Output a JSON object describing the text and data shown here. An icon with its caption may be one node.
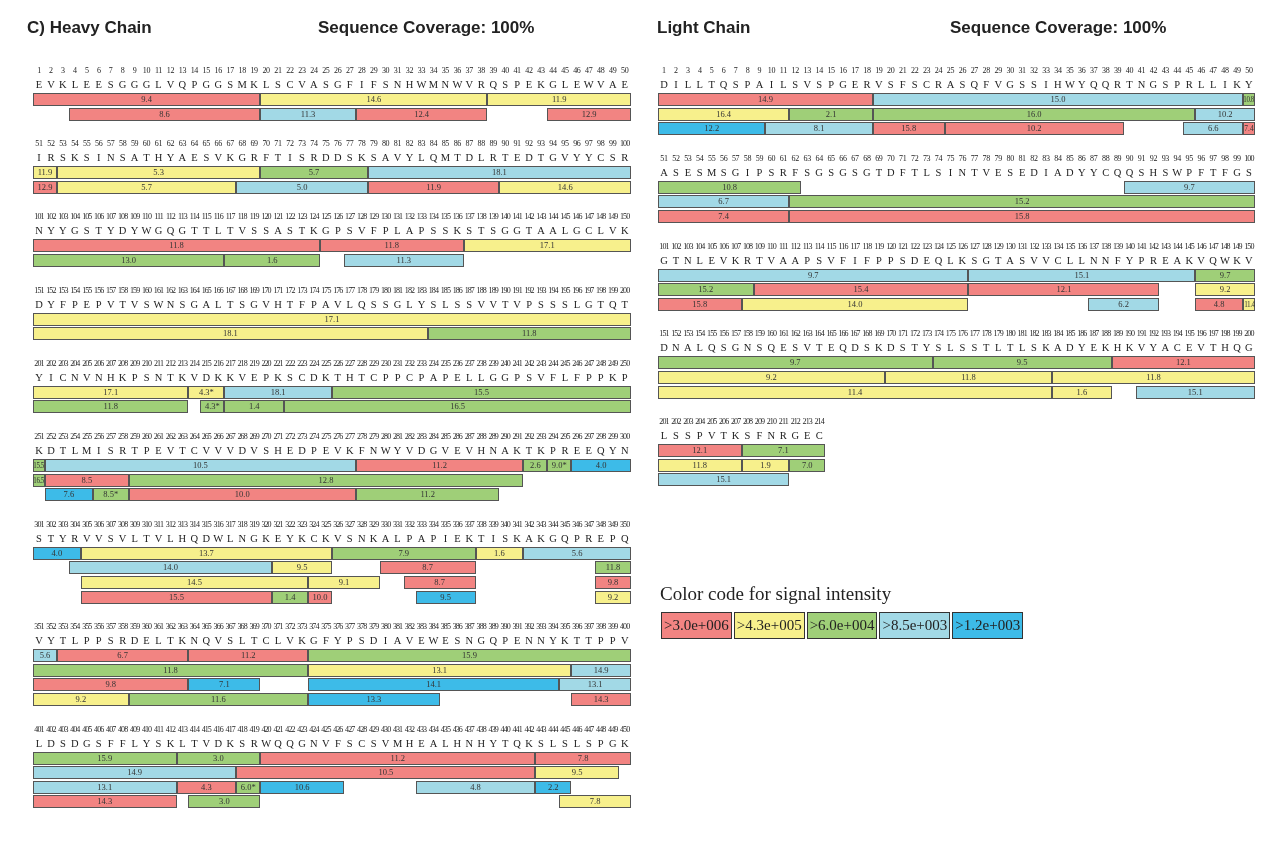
{
  "diagram": {
    "nodes": [
      {
        "text": [
          "9.4"
        ]
      },
      {
        "text": [
          "14.6"
        ]
      },
      {
        "text": [
          "11.9"
        ]
      },
      {
        "text": [
          "8.6"
        ]
      },
      {
        "text": [
          "11.3"
        ]
      },
      {
        "text": [
          "12.4"
        ]
      },
      {
        "text": [
          "12.9"
        ]
      },
      {
        "text": [
          "11.9"
        ]
      },
      {
        "text": [
          "5.3"
        ]
      },
      {
        "text": [
          "5.7"
        ]
      },
      {
        "text": [
          "18.1"
        ]
      },
      {
        "text": [
          "12.9"
        ]
      },
      {
        "text": [
          "5.7"
        ]
      },
      {
        "text": [
          "5.0"
        ]
      },
      {
        "text": [
          "11.9"
        ]
      },
      {
        "text": [
          "14.6"
        ]
      },
      {
        "text": [
          "11.8"
        ]
      },
      {
        "text": [
          "11.8"
        ]
      },
      {
        "text": [
          "17.1"
        ]
      },
      {
        "text": [
          "13.0"
        ]
      },
      {
        "text": [
          "1.6"
        ]
      },
      {
        "text": [
          "11.3"
        ]
      },
      {
        "text": [
          "17.1"
        ]
      },
      {
        "text": [
          "18.1"
        ]
      },
      {
        "text": [
          "11.8"
        ]
      },
      {
        "text": [
          "17.1"
        ]
      },
      {
        "text": [
          "4.3*"
        ]
      },
      {
        "text": [
          "18.1"
        ]
      },
      {
        "text": [
          "15.5"
        ]
      },
      {
        "text": [
          "11.8"
        ]
      },
      {
        "text": [
          "4.3*"
        ]
      },
      {
        "text": [
          "1.4"
        ]
      },
      {
        "text": [
          "16.5"
        ]
      },
      {
        "text": [
          "15.5"
        ]
      },
      {
        "text": [
          "10.5"
        ]
      },
      {
        "text": [
          "11.2"
        ]
      },
      {
        "text": [
          "2.6"
        ]
      },
      {
        "text": [
          "9.0*"
        ]
      },
      {
        "text": [
          "4.0"
        ]
      },
      {
        "text": [
          "16.5"
        ]
      },
      {
        "text": [
          "8.5"
        ]
      },
      {
        "text": [
          "12.8"
        ]
      },
      {
        "text": [
          "7.6"
        ]
      },
      {
        "text": [
          "8.5*"
        ]
      },
      {
        "text": [
          "10.0"
        ]
      },
      {
        "text": [
          "11.2"
        ]
      },
      {
        "text": [
          "4.0"
        ]
      },
      {
        "text": [
          "13.7"
        ]
      },
      {
        "text": [
          "7.9"
        ]
      },
      {
        "text": [
          "1.6"
        ]
      },
      {
        "text": [
          "5.6"
        ]
      },
      {
        "text": [
          "14.0"
        ]
      },
      {
        "text": [
          "9.5"
        ]
      },
      {
        "text": [
          "8.7"
        ]
      },
      {
        "text": [
          "11.8"
        ]
      },
      {
        "text": [
          "14.5"
        ]
      },
      {
        "text": [
          "9.1"
        ]
      },
      {
        "text": [
          "8.7"
        ]
      },
      {
        "text": [
          "9.8"
        ]
      },
      {
        "text": [
          "15.5"
        ]
      },
      {
        "text": [
          "1.4"
        ]
      },
      {
        "text": [
          "10.0"
        ]
      },
      {
        "text": [
          "9.5"
        ]
      },
      {
        "text": [
          "9.2"
        ]
      },
      {
        "text": [
          "5.6"
        ]
      },
      {
        "text": [
          "6.7"
        ]
      },
      {
        "text": [
          "11.2"
        ]
      },
      {
        "text": [
          "15.9"
        ]
      },
      {
        "text": [
          "11.8"
        ]
      },
      {
        "text": [
          "13.1"
        ]
      },
      {
        "text": [
          "14.9"
        ]
      },
      {
        "text": [
          "9.8"
        ]
      },
      {
        "text": [
          "7.1"
        ]
      },
      {
        "text": [
          "14.1"
        ]
      },
      {
        "text": [
          "13.1"
        ]
      },
      {
        "text": [
          "9.2"
        ]
      },
      {
        "text": [
          "11.6"
        ]
      },
      {
        "text": [
          "13.3"
        ]
      },
      {
        "text": [
          "14.3"
        ]
      },
      {
        "text": [
          "15.9"
        ]
      },
      {
        "text": [
          "3.0"
        ]
      },
      {
        "text": [
          "11.2"
        ]
      },
      {
        "text": [
          "7.8"
        ]
      },
      {
        "text": [
          "14.9"
        ]
      },
      {
        "text": [
          "10.5"
        ]
      },
      {
        "text": [
          "9.5"
        ]
      },
      {
        "text": [
          "13.1"
        ]
      },
      {
        "text": [
          "4.3"
        ]
      },
      {
        "text": [
          "6.0*"
        ]
      },
      {
        "text": [
          "10.6"
        ]
      },
      {
        "text": [
          "4.8"
        ]
      },
      {
        "text": [
          "2.2"
        ]
      },
      {
        "text": [
          "14.3"
        ]
      },
      {
        "text": [
          "3.0"
        ]
      },
      {
        "text": [
          "7.8"
        ]
      },
      {
        "text": [
          "14.9"
        ]
      },
      {
        "text": [
          "15.0"
        ]
      },
      {
        "text": [
          "10.8"
        ]
      },
      {
        "text": [
          "16.4"
        ]
      },
      {
        "text": [
          "2.1"
        ]
      },
      {
        "text": [
          "16.0"
        ]
      },
      {
        "text": [
          "10.2"
        ]
      },
      {
        "text": [
          "12.2"
        ]
      },
      {
        "text": [
          "8.1"
        ]
      },
      {
        "text": [
          "15.8"
        ]
      },
      {
        "text": [
          "10.2"
        ]
      },
      {
        "text": [
          "6.6"
        ]
      },
      {
        "text": [
          "7.4"
        ]
      },
      {
        "text": [
          "10.8"
        ]
      },
      {
        "text": [
          "9.7"
        ]
      },
      {
        "text": [
          "6.7"
        ]
      },
      {
        "text": [
          "15.2"
        ]
      },
      {
        "text": [
          "7.4"
        ]
      },
      {
        "text": [
          "15.8"
        ]
      },
      {
        "text": [
          "9.7"
        ]
      },
      {
        "text": [
          "15.1"
        ]
      },
      {
        "text": [
          "9.7"
        ]
      },
      {
        "text": [
          "15.2"
        ]
      },
      {
        "text": [
          "15.4"
        ]
      },
      {
        "text": [
          "12.1"
        ]
      },
      {
        "text": [
          "9.2"
        ]
      },
      {
        "text": [
          "15.8"
        ]
      },
      {
        "text": [
          "14.0"
        ]
      },
      {
        "text": [
          "6.2"
        ]
      },
      {
        "text": [
          "4.8"
        ]
      },
      {
        "text": [
          "11.4"
        ]
      },
      {
        "text": [
          "9.7"
        ]
      },
      {
        "text": [
          "9.5"
        ]
      },
      {
        "text": [
          "12.1"
        ]
      },
      {
        "text": [
          "9.2"
        ]
      },
      {
        "text": [
          "11.8"
        ]
      },
      {
        "text": [
          "11.8"
        ]
      },
      {
        "text": [
          "11.4"
        ]
      },
      {
        "text": [
          "1.6"
        ]
      },
      {
        "text": [
          "15.1"
        ]
      },
      {
        "text": [
          "12.1"
        ]
      },
      {
        "text": [
          "7.1"
        ]
      },
      {
        "text": [
          "11.8"
        ]
      },
      {
        "text": [
          "1.9"
        ]
      },
      {
        "text": [
          "7.0"
        ]
      },
      {
        "text": [
          "15.1"
        ]
      }
    ],
    "labels": [
      "C) Heavy Chain",
      "Sequence Coverage: 100%",
      "Light Chain",
      "Sequence Coverage: 100%",
      "1 2 3 4 5 6 7 8 9 10 11 12 13 14 15 16 17 18 19 20 21 22 23 24 25 26 27 28 29 30 31 32 33 34 35 36 37 38 39 40 41 42 43 44 45 46 47 48 49 50",
      "E V K L E E S G G G L V Q P G G S M K L S C V A S G F I F S N H W M N W V R Q S P E K G L E W V A E",
      "51 52 53 54 55 56 57 58 59 60 61 62 63 64 65 66 67 68 69 70 71 72 73 74 75 76 77 78 79 80 81 82 83 84 85 86 87 88 89 90 91 92 93 94 95 96 97 98 99 100",
      "I R S K S I N S A T H Y A E S V K G R F T I S R D D S K S A V Y L Q M T D L R T E D T G V Y Y C S R",
      "101 102 103 104 105 106 107 108 109 110 111 112 113 114 115 116 117 118 119 120 121 122 123 124 125 126 127 128 129 130 131 132 133 134 135 136 137 138 139 140 141 142 143 144 145 146 147 148 149 150",
      "N Y Y G S T Y D Y W G Q G T T L T V S S A S T K G P S V F P L A P S S K S T S G G T A A L G C L V K",
      "151 152 153 154 155 156 157 158 159 160 161 162 163 164 165 166 167 168 169 170 171 172 173 174 175 176 177 178 179 180 181 182 183 184 185 186 187 188 189 190 191 192 193 194 195 196 197 198 199 200",
      "D Y F P E P V T V S W N S G A L T S G V H T F P A V L Q S S G L Y S L S S V V T V P S S S L G T Q T",
      "201 202 203 204 205 206 207 208 209 210 211 212 213 214 215 216 217 218 219 220 221 222 223 224 225 226 227 228 229 230 231 232 233 234 235 236 237 238 239 240 241 242 243 244 245 246 247 248 249 250",
      "Y I C N V N H K P S N T K V D K K V E P K S C D K T H T C P P C P A P E L L G G P S V F L F P P K P",
      "251 252 253 254 255 256 257 258 259 260 261 262 263 264 265 266 267 268 269 270 271 272 273 274 275 276 277 278 279 280 281 282 283 284 285 286 287 288 289 290 291 292 293 294 295 296 297 298 299 300",
      "K D T L M I S R T P E V T C V V V D V S H E D P E V K F N W Y V D G V E V H N A K T K P R E E Q Y N",
      "301 302 303 304 305 306 307 308 309 310 311 312 313 314 315 316 317 318 319 320 321 322 323 324 325 326 327 328 329 330 331 332 333 334 335 336 337 338 339 340 341 342 343 344 345 346 347 348 349 350",
      "S T Y R V V S V L T V L H Q D W L N G K E Y K C K V S N K A L P A P I E K T I S K A K G Q P R E P Q",
      "351 352 353 354 355 356 357 358 359 360 361 362 363 364 365 366 367 368 369 370 371 372 373 374 375 376 377 378 379 380 381 382 383 384 385 386 387 388 389 390 391 392 393 394 395 396 397 398 399 400",
      "V Y T L P P S R D E L T K N Q V S L T C L V K G F Y P S D I A V E W E S N G Q P E N N Y K T T P P V",
      "401 402 403 404 405 406 407 408 409 410 411 412 413 414 415 416 417 418 419 420 421 422 423 424 425 426 427 428 429 430 431 432 433 434 435 436 437 438 439 440 441 442 443 444 445 446 447 448 449 450",
      "L D S D G S F F L Y S K L T V D K S R W Q Q G N V F S C S V M H E A L H N H Y T Q K S L S L S P G K",
      "1 2 3 4 5 6 7 8 9 10 11 12 13 14 15 16 17 18 19 20 21 22 23 24 25 26 27 28 29 30 31 32 33 34 35 36 37 38 39 40 41 42 43 44 45 46 47 48 49 50",
      "D I L L T Q S P A I L S V S P G E R V S F S C R A S Q F V G S S I H W Y Q Q R T N G S P R L L I K Y",
      "51 52 53 54 55 56 57 58 59 60 61 62 63 64 65 66 67 68 69 70 71 72 73 74 75 76 77 78 79 80 81 82 83 84 85 86 87 88 89 90 91 92 93 94 95 96 97 98 99 100",
      "A S E S M S G I P S R F S G S G S G T D F T L S I N T V E S E D I A D Y Y C Q Q S H S W P F T F G S",
      "101 102 103 104 105 106 107 108 109 110 111 112 113 114 115 116 117 118 119 120 121 122 123 124 125 126 127 128 129 130 131 132 133 134 135 136 137 138 139 140 141 142 143 144 145 146 147 148 149 150",
      "G T N L E V K R T V A A P S V F I F P P S D E Q L K S G T A S V V C L L N N F Y P R E A K V Q W K V",
      "151 152 153 154 155 156 157 158 159 160 161 162 163 164 165 166 167 168 169 170 171 172 173 174 175 176 177 178 179 180 181 182 183 184 185 186 187 188 189 190 191 192 193 194 195 196 197 198 199 200",
      "D N A L Q S G N S Q E S V T E Q D S K D S T Y S L S S T L T L S K A D Y E K H K V Y A C E V T H Q G",
      "201 202 203 204 205 206 207 208 209 210 211 212 213 214",
      "L S S P V T K S F N R G E C",
      "Color code for signal intensity"
    ],
    "legend": [
      {
        "text": ">3.0e+006",
        "color": "#f28482"
      },
      {
        "text": ">4.3e+005",
        "color": "#f7f08c"
      },
      {
        "text": ">6.0e+004",
        "color": "#9fcf78"
      },
      {
        "text": ">8.5e+003",
        "color": "#a2d9e6"
      },
      {
        "text": ">1.2e+003",
        "color": "#3dbbe8"
      }
    ]
  }
}
